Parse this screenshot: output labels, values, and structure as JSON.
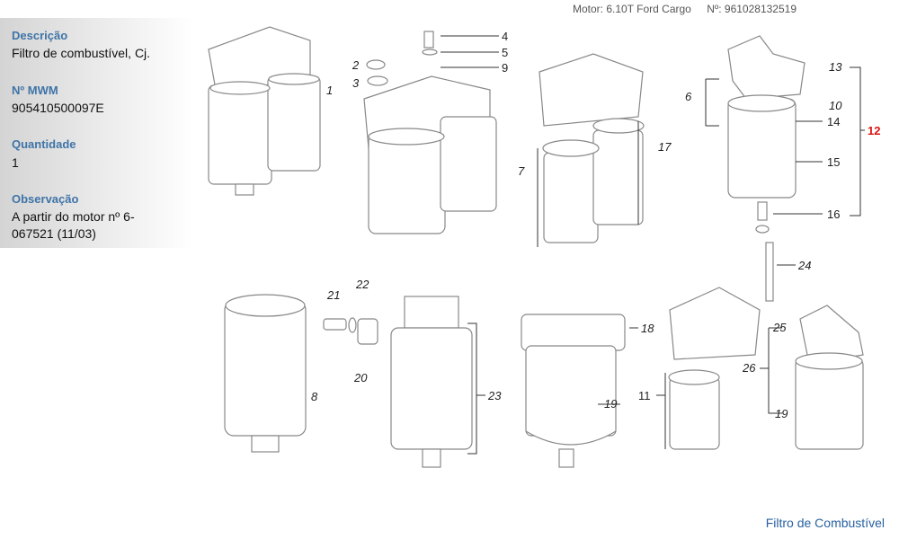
{
  "header": {
    "motor": "Motor: 6.10T Ford Cargo",
    "serial": "Nº: 961028132519"
  },
  "info": {
    "descricao_label": "Descrição",
    "descricao_value": "Filtro de combustível, Cj.",
    "mwm_label": "Nº MWM",
    "mwm_value": "905410500097E",
    "quantidade_label": "Quantidade",
    "quantidade_value": "1",
    "observacao_label": "Observação",
    "observacao_value": "A partir do motor nº 6-067521 (11/03)"
  },
  "callouts": {
    "c1": "1",
    "c2": "2",
    "c3": "3",
    "c4": "4",
    "c5": "5",
    "c9": "9",
    "c7": "7",
    "c17": "17",
    "c6": "6",
    "c13a": "13",
    "c10": "10",
    "c14": "14",
    "c15": "15",
    "c16": "16",
    "c12": "12",
    "c24": "24",
    "c21": "21",
    "c22": "22",
    "c20": "20",
    "c8": "8",
    "c23": "23",
    "c18": "18",
    "c19a": "19",
    "c11": "11",
    "c25": "25",
    "c26": "26",
    "c19b": "19"
  },
  "highlight_color": "#dd1111",
  "footer": {
    "link": "Filtro de Combustível"
  }
}
